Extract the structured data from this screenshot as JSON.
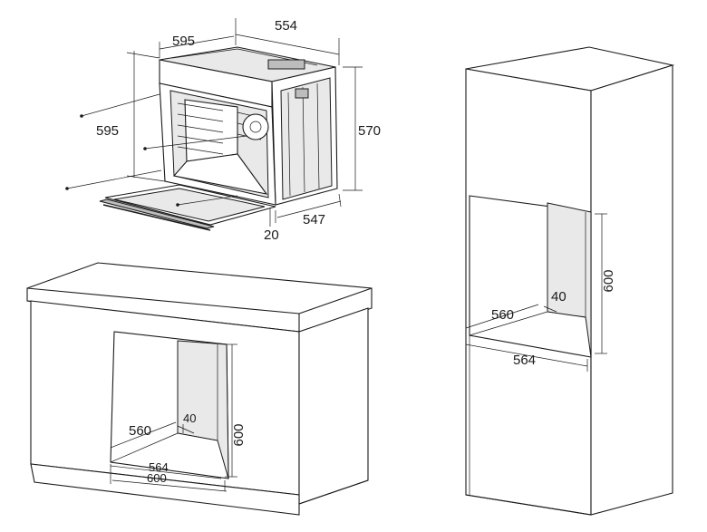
{
  "oven": {
    "dims": {
      "top_depth": "554",
      "top_width": "595",
      "front_height": "595",
      "body_height": "570",
      "body_depth": "547",
      "door_offset": "20"
    }
  },
  "under_counter_cabinet": {
    "dims": {
      "back_width": "560",
      "rear_gap": "40",
      "height": "600",
      "opening_width": "564",
      "overall_width": "600"
    }
  },
  "tall_cabinet": {
    "dims": {
      "back_width": "560",
      "rear_gap": "40",
      "height": "600",
      "opening_width": "564"
    }
  }
}
